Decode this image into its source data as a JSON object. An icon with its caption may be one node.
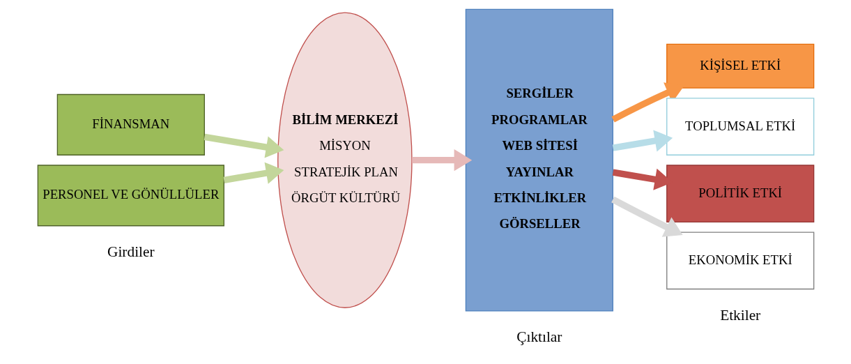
{
  "diagram": {
    "nodes": [
      {
        "text": [
          "FİNANSMAN"
        ]
      },
      {
        "text": [
          "PERSONEL VE GÖNÜLLÜLER"
        ]
      },
      {
        "text": [
          "BİLİM MERKEZİ",
          "MİSYON",
          "STRATEJİK PLAN",
          "ÖRGÜT KÜLTÜRÜ"
        ]
      },
      {
        "text": [
          "SERGİLER",
          "PROGRAMLAR",
          "WEB SİTESİ",
          "YAYINLAR",
          "ETKİNLİKLER",
          "GÖRSELLER"
        ]
      },
      {
        "text": [
          "KİŞİSEL ETKİ"
        ]
      },
      {
        "text": [
          "TOPLUMSAL ETKİ"
        ]
      },
      {
        "text": [
          "POLİTİK ETKİ"
        ]
      },
      {
        "text": [
          "EKONOMİK ETKİ"
        ]
      }
    ],
    "edges": [
      {
        "from": 0,
        "to": 2,
        "arrow": "to",
        "color": "#c3d69b"
      },
      {
        "from": 1,
        "to": 2,
        "arrow": "to",
        "color": "#c3d69b"
      },
      {
        "from": 2,
        "to": 3,
        "arrow": "to",
        "color": "#e6b9b8"
      },
      {
        "from": 3,
        "to": 4,
        "arrow": "to",
        "color": "#f79646"
      },
      {
        "from": 3,
        "to": 5,
        "arrow": "to",
        "color": "#b7dde8"
      },
      {
        "from": 3,
        "to": 6,
        "arrow": "to",
        "color": "#c0504d"
      },
      {
        "from": 3,
        "to": 7,
        "arrow": "to",
        "color": "#d9d9d9"
      }
    ],
    "labels": [
      "Girdiler",
      "Çıktılar",
      "Etkiler"
    ]
  }
}
